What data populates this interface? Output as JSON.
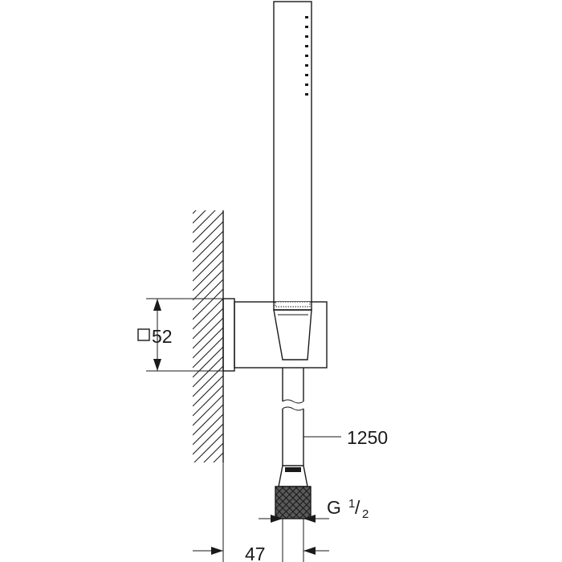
{
  "dimensions": {
    "holder_size": {
      "symbol": "□",
      "value": "52"
    },
    "hose_length": "1250",
    "thread": {
      "prefix": "G",
      "numerator": "1",
      "denominator": "2"
    },
    "wall_offset": "47"
  }
}
